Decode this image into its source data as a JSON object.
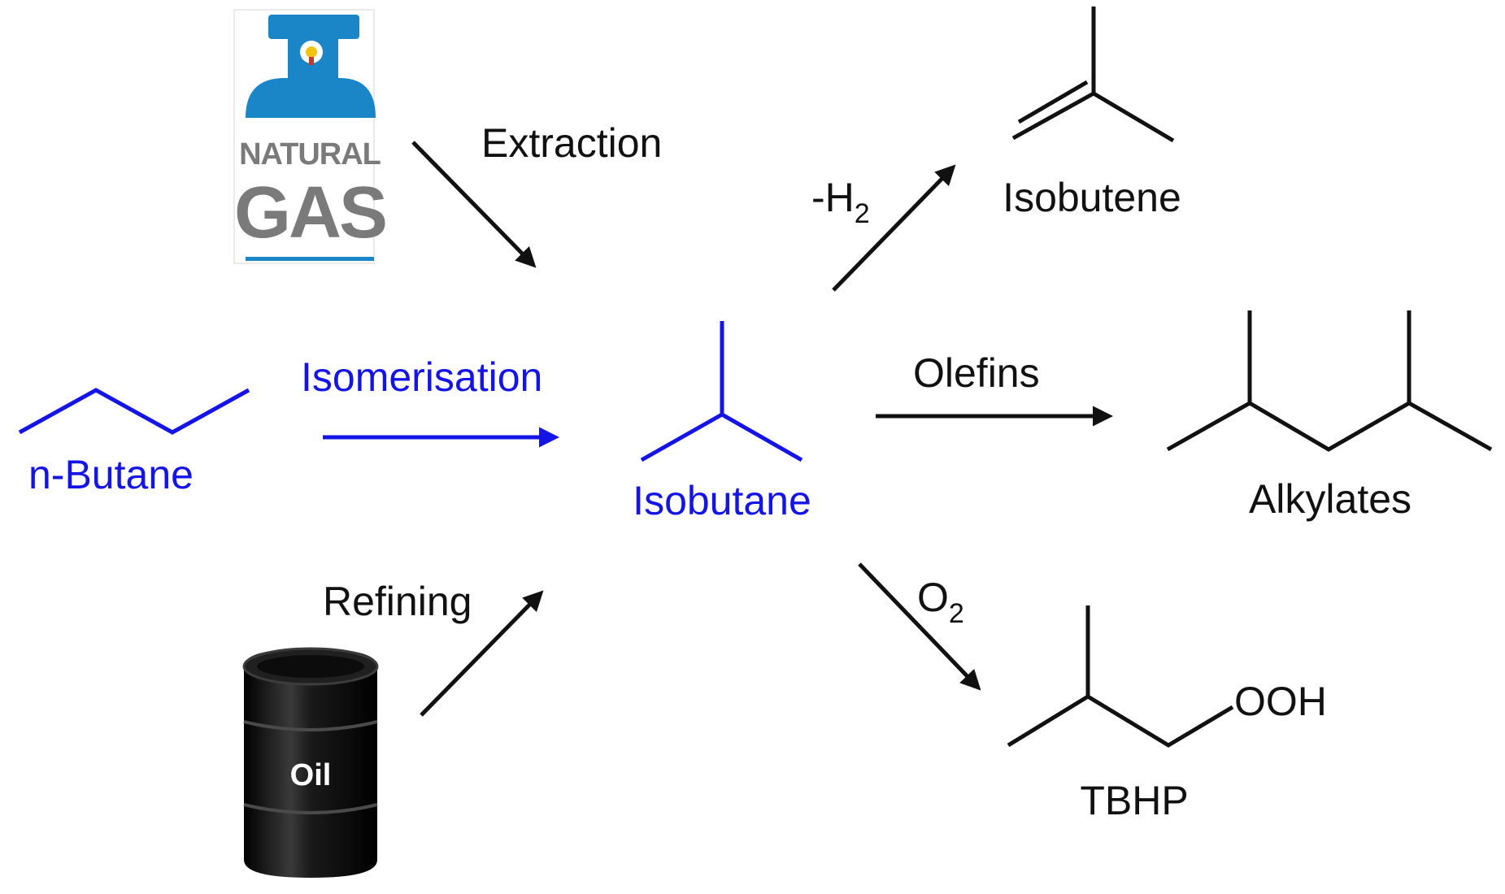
{
  "colors": {
    "black": "#111111",
    "blue": "#1414e6",
    "gas_blue": "#1a86c8",
    "gas_text": "#7a7a7a",
    "barrel": "#0c0c0c"
  },
  "icons": {
    "natural_gas": "natural-gas-cylinder-icon",
    "oil": "oil-barrel-icon"
  },
  "natural_gas_icon": {
    "line1": "NATURAL",
    "line2": "GAS"
  },
  "oil_icon": {
    "label": "Oil"
  },
  "steps": {
    "extraction": "Extraction",
    "isomerisation": "Isomerisation",
    "refining": "Refining",
    "dehydrogenation": {
      "prefix": "-H",
      "subscript": "2"
    },
    "olefins": "Olefins",
    "oxidation": {
      "prefix": "O",
      "subscript": "2"
    }
  },
  "molecules": {
    "n_butane": "n-Butane",
    "isobutane": "Isobutane",
    "isobutene": "Isobutene",
    "alkylates": "Alkylates",
    "tbhp": "TBHP",
    "ooh": "OOH"
  }
}
